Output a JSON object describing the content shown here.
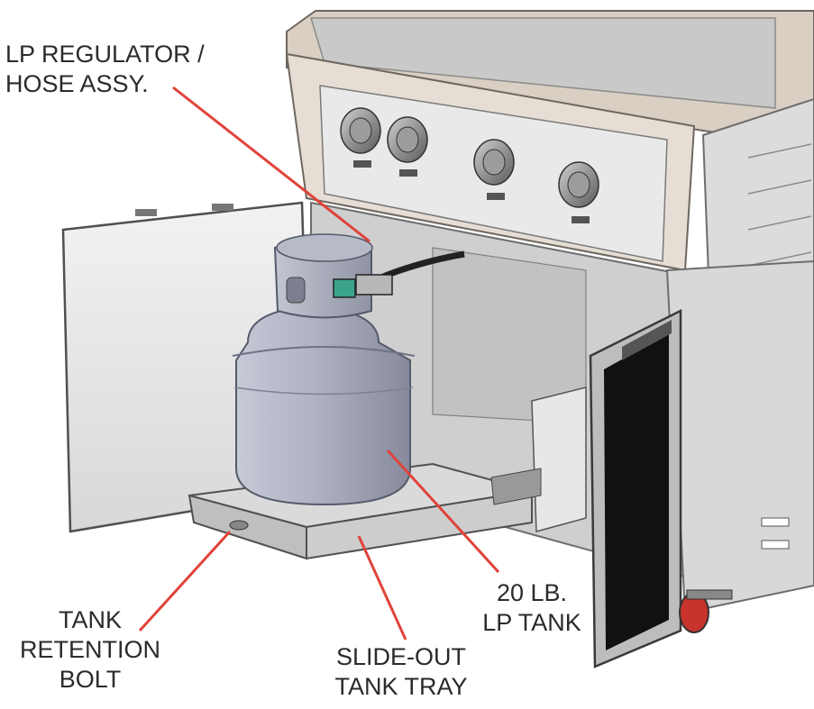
{
  "labels": {
    "regulator": {
      "line1": "LP REGULATOR /",
      "line2": "HOSE ASSY."
    },
    "tank": {
      "line1": "20 LB.",
      "line2": "LP TANK"
    },
    "bolt": {
      "line1": "TANK",
      "line2": "RETENTION",
      "line3": "BOLT"
    },
    "tray": {
      "line1": "SLIDE-OUT",
      "line2": "TANK TRAY"
    }
  },
  "colors": {
    "leader_line": "#e0433a",
    "tank_body": "#a9adbd",
    "grill_body": "#e4dcd2",
    "cabinet_panel": "#d6d6d6",
    "caster_wheel": "#c8332b"
  }
}
